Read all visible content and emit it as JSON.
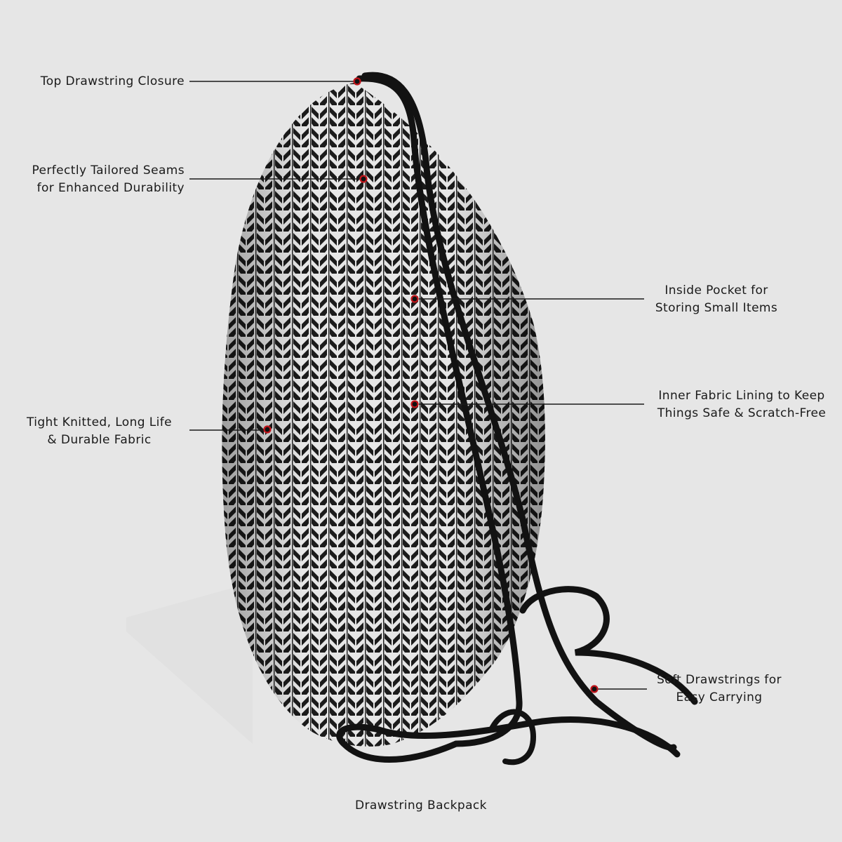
{
  "colors": {
    "background": "#e6e6e6",
    "fabric_dark": "#1c1c1c",
    "fabric_light": "#f2f2f2",
    "cord": "#121212",
    "marker": "#c0141a"
  },
  "callouts": {
    "top_closure": {
      "lines": [
        "Top Drawstring Closure"
      ]
    },
    "tailored_seams": {
      "lines": [
        "Perfectly Tailored Seams",
        "for Enhanced Durability"
      ]
    },
    "knitted_fabric": {
      "lines": [
        "Tight Knitted, Long Life",
        "& Durable Fabric"
      ]
    },
    "inside_pocket": {
      "lines": [
        "Inside Pocket for",
        "Storing Small Items"
      ]
    },
    "inner_lining": {
      "lines": [
        "Inner Fabric Lining to Keep",
        "Things Safe & Scratch-Free"
      ]
    },
    "soft_drawstrings": {
      "lines": [
        "Soft Drawstrings for",
        "Easy Carrying"
      ]
    }
  },
  "caption": "Drawstring Backpack"
}
